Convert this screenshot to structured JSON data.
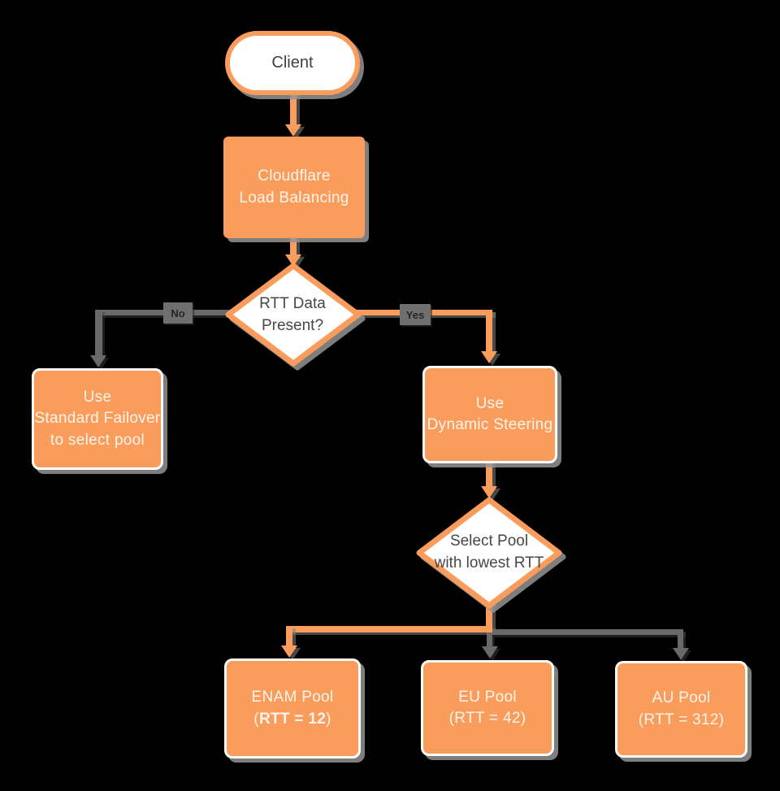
{
  "colors": {
    "node_fill": "#F99C5C",
    "node_text": "#FDF5EC",
    "decision_fill": "#FFFFFF",
    "decision_text": "#474747",
    "gray_connector": "#696969",
    "orange_connector": "#F99C5C",
    "shadow": "#949494",
    "background": "#000000"
  },
  "nodes": {
    "client": {
      "shape": "terminator",
      "label": "Client"
    },
    "cloudflare": {
      "shape": "process",
      "line1": "Cloudflare",
      "line2": "Load Balancing"
    },
    "rtt_present": {
      "shape": "decision",
      "line1": "RTT Data",
      "line2": "Present?"
    },
    "standard_failover": {
      "shape": "process",
      "line1": "Use",
      "line2": "Standard Failover",
      "line3": "to select pool"
    },
    "dynamic_steering": {
      "shape": "process",
      "line1": "Use",
      "line2": "Dynamic Steering"
    },
    "select_pool": {
      "shape": "decision",
      "line1": "Select Pool",
      "line2": "with lowest RTT"
    },
    "enam_pool": {
      "shape": "process",
      "line1": "ENAM Pool",
      "paren_open": "(",
      "rtt_bold": "RTT = 12",
      "paren_close": ")"
    },
    "eu_pool": {
      "shape": "process",
      "line1": "EU Pool",
      "line2": "(RTT = 42)"
    },
    "au_pool": {
      "shape": "process",
      "line1": "AU Pool",
      "line2": "(RTT = 312)"
    }
  },
  "edge_labels": {
    "no": "No",
    "yes": "Yes"
  },
  "edges": [
    {
      "from": "client",
      "to": "cloudflare",
      "color": "orange"
    },
    {
      "from": "cloudflare",
      "to": "rtt_present",
      "color": "orange"
    },
    {
      "from": "rtt_present",
      "to": "standard_failover",
      "label": "No",
      "color": "gray"
    },
    {
      "from": "rtt_present",
      "to": "dynamic_steering",
      "label": "Yes",
      "color": "orange"
    },
    {
      "from": "dynamic_steering",
      "to": "select_pool",
      "color": "orange"
    },
    {
      "from": "select_pool",
      "to": "enam_pool",
      "color": "orange"
    },
    {
      "from": "select_pool",
      "to": "eu_pool",
      "color": "gray"
    },
    {
      "from": "select_pool",
      "to": "au_pool",
      "color": "gray"
    }
  ]
}
